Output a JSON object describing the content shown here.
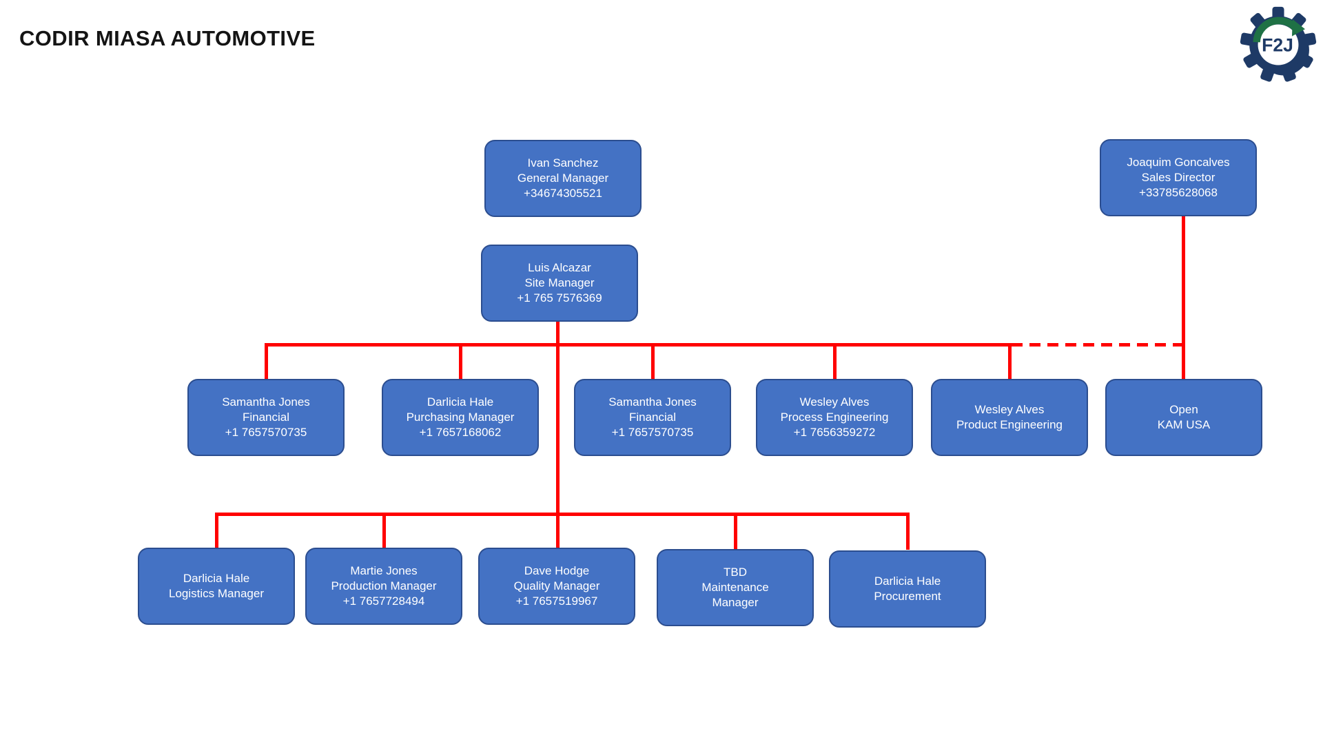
{
  "page_title": "CODIR MIASA AUTOMOTIVE",
  "logo": {
    "text": "F2J"
  },
  "colors": {
    "node_fill": "#4472c4",
    "node_border": "#2b4d8f",
    "node_text": "#ffffff",
    "connector": "#ff0000",
    "title_text": "#141414",
    "logo_navy": "#1e3a66",
    "logo_green": "#1f7145"
  },
  "org": {
    "general_manager": {
      "name": "Ivan Sanchez",
      "role": "General Manager",
      "phone": "+34674305521"
    },
    "site_manager": {
      "name": "Luis Alcazar",
      "role": "Site Manager",
      "phone": "+1 765 7576369"
    },
    "sales_director": {
      "name": "Joaquim Goncalves",
      "role": "Sales Director",
      "phone": "+33785628068"
    },
    "level2": [
      {
        "name": "Samantha Jones",
        "role": "Financial",
        "phone": "+1 7657570735"
      },
      {
        "name": "Darlicia Hale",
        "role": "Purchasing Manager",
        "phone": "+1 7657168062"
      },
      {
        "name": "Samantha Jones",
        "role": "Financial",
        "phone": "+1 7657570735"
      },
      {
        "name": "Wesley Alves",
        "role": "Process Engineering",
        "phone": "+1 7656359272"
      },
      {
        "name": "Wesley Alves",
        "role": "Product Engineering",
        "phone": ""
      },
      {
        "name": "Open",
        "role": "KAM USA",
        "phone": ""
      }
    ],
    "level3": [
      {
        "name": "Darlicia Hale",
        "role": "Logistics Manager",
        "phone": ""
      },
      {
        "name": "Martie Jones",
        "role": "Production Manager",
        "phone": "+1 7657728494"
      },
      {
        "name": "Dave Hodge",
        "role": "Quality Manager",
        "phone": "+1 7657519967"
      },
      {
        "name": "TBD",
        "role": "Maintenance\nManager",
        "phone": ""
      },
      {
        "name": "Darlicia Hale",
        "role": "Procurement",
        "phone": ""
      }
    ]
  }
}
